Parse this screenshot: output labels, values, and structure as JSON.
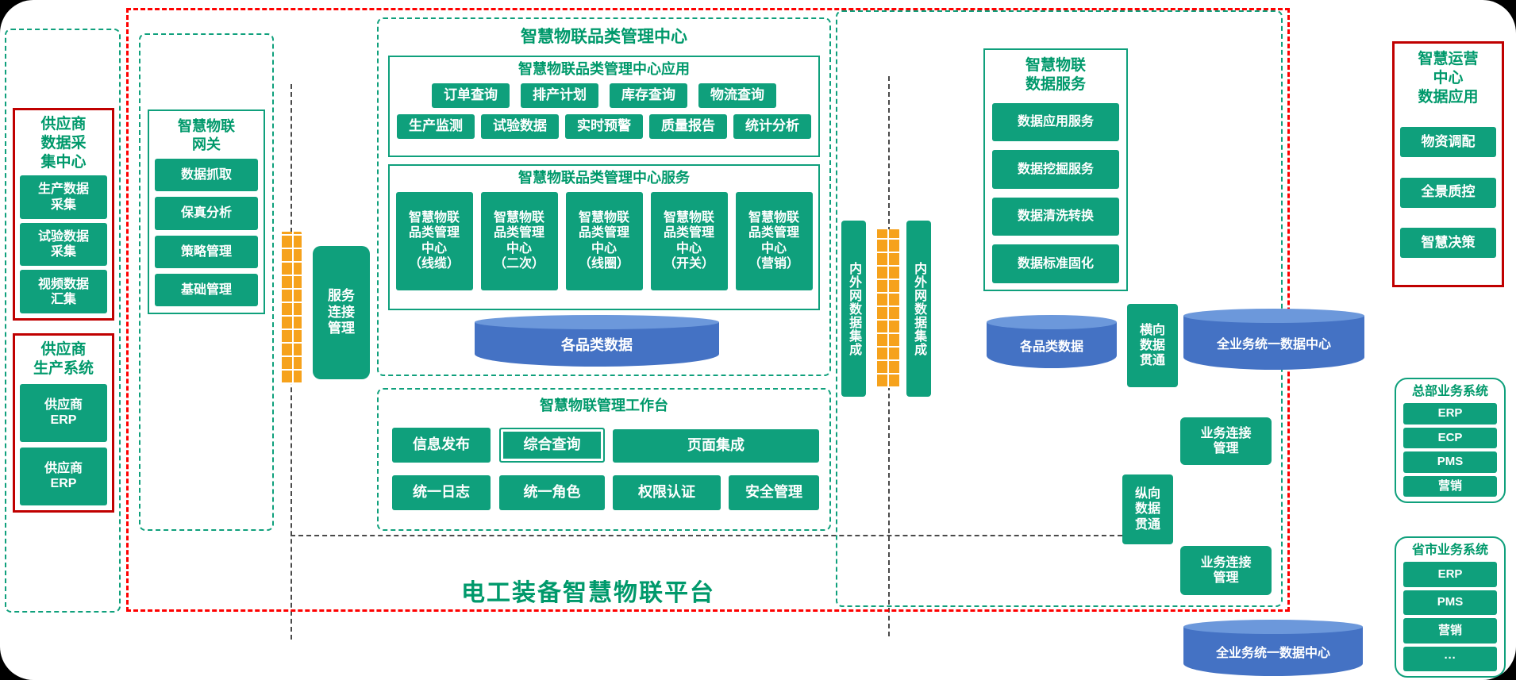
{
  "colors": {
    "green_fill": "#0fa07c",
    "green_text": "#00996b",
    "red_panel_border": "#c00000",
    "red_frame": "#ff0000",
    "cylinder_blue": "#4472c4",
    "firewall_orange": "#f6a21c"
  },
  "platform": {
    "title": "电工装备智慧物联平台"
  },
  "left_panel": {
    "collect": {
      "title": "供应商\n数据采\n集中心",
      "items": [
        "生产数据\n采集",
        "试验数据\n采集",
        "视频数据\n汇集"
      ]
    },
    "production": {
      "title": "供应商\n生产系统",
      "items": [
        "供应商\nERP",
        "供应商\nERP"
      ]
    }
  },
  "gateway": {
    "title": "智慧物联\n网关",
    "items": [
      "数据抓取",
      "保真分析",
      "策略管理",
      "基础管理"
    ]
  },
  "service_connect": {
    "label": "服务\n连接\n管理"
  },
  "category_center": {
    "title": "智慧物联品类管理中心",
    "app": {
      "title": "智慧物联品类管理中心应用",
      "row1": [
        "订单查询",
        "排产计划",
        "库存查询",
        "物流查询"
      ],
      "row2": [
        "生产监测",
        "试验数据",
        "实时预警",
        "质量报告",
        "统计分析"
      ]
    },
    "service": {
      "title": "智慧物联品类管理中心服务",
      "items": [
        "智慧物联\n品类管理\n中心\n（线缆）",
        "智慧物联\n品类管理\n中心\n（二次）",
        "智慧物联\n品类管理\n中心\n（线圈）",
        "智慧物联\n品类管理\n中心\n（开关）",
        "智慧物联\n品类管理\n中心\n（营销）"
      ]
    },
    "db": "各品类数据"
  },
  "workbench": {
    "title": "智慧物联管理工作台",
    "row1": [
      "信息发布",
      "综合查询",
      "页面集成"
    ],
    "row2": [
      "统一日志",
      "统一角色",
      "权限认证",
      "安全管理"
    ]
  },
  "integration": {
    "bar1": "内外网数据集成",
    "bar2": "内外网数据集成"
  },
  "data_service": {
    "title": "智慧物联\n数据服务",
    "items": [
      "数据应用服务",
      "数据挖掘服务",
      "数据清洗转换",
      "数据标准固化"
    ],
    "db_category": "各品类数据",
    "horizontal_link": "横向\n数据\n贯通",
    "db_unified_top": "全业务统一数据中心",
    "biz_connect_top": "业务连接\n管理",
    "vertical_link": "纵向\n数据\n贯通",
    "biz_connect_bottom": "业务连接\n管理",
    "db_unified_bottom": "全业务统一数据中心"
  },
  "operation_center": {
    "title": "智慧运营\n中心\n数据应用",
    "items": [
      "物资调配",
      "全景质控",
      "智慧决策"
    ]
  },
  "hq_system": {
    "title": "总部业务系统",
    "items": [
      "ERP",
      "ECP",
      "PMS",
      "营销"
    ]
  },
  "province_system": {
    "title": "省市业务系统",
    "items": [
      "ERP",
      "PMS",
      "营销",
      "···"
    ]
  }
}
